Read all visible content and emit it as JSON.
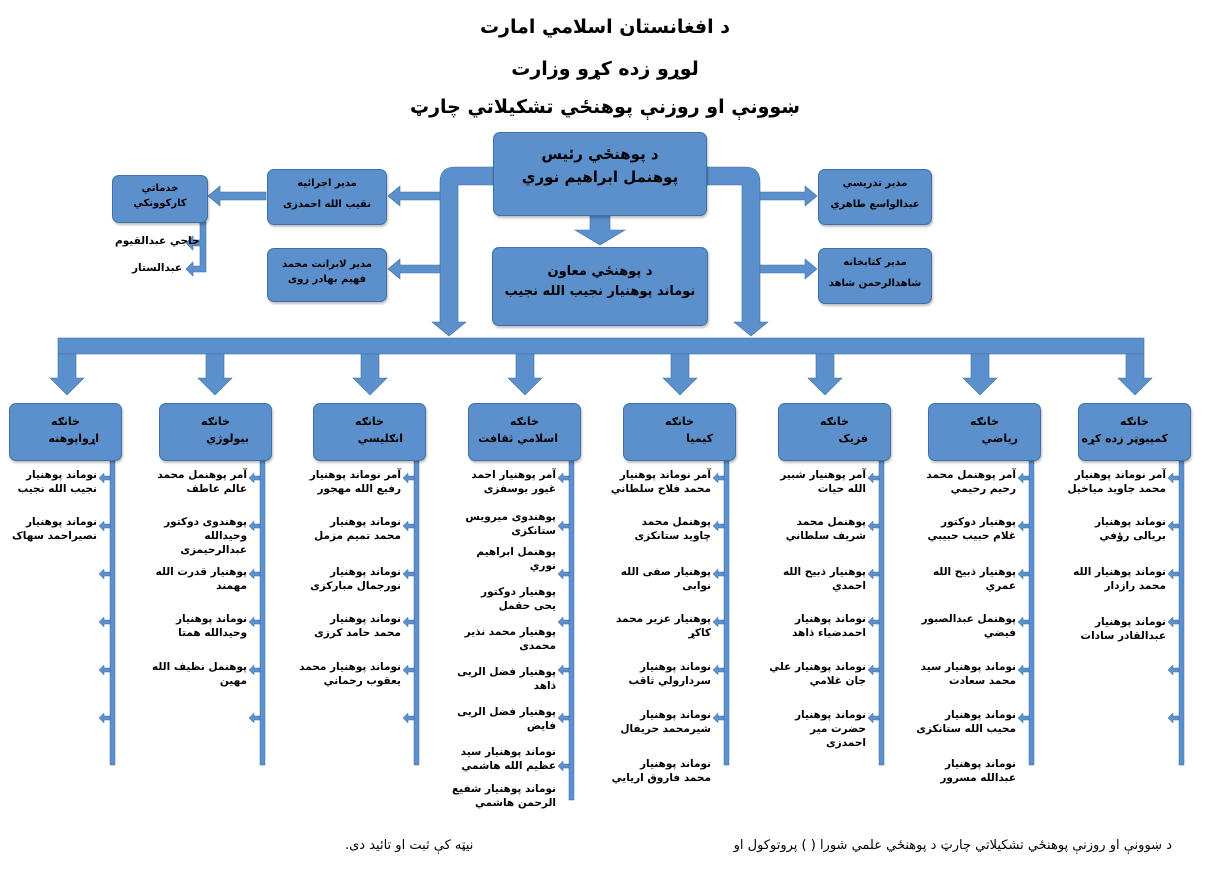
{
  "titles": [
    "د افغانستان اسلامي امارت",
    "لوړو زده کړو وزارت",
    "ښوونې او روزنې پوهنځي تشکیلاتي چارټ"
  ],
  "colors": {
    "box": "#5b90cc",
    "box_border": "#3e6fa6",
    "connector": "#5b90cc"
  },
  "dean": {
    "title": "د پوهنځي رئیس",
    "name": "پوهنمل ابراهیم نوري"
  },
  "deputy": {
    "title": "د پوهنځي معاون",
    "name": "نوماند پوهنیار نجیب الله نجیب"
  },
  "exec_manager": {
    "title": "مدیر اجرائیه",
    "name": "نقیب الله احمدزی"
  },
  "services": {
    "line1": "خدماتي",
    "line2": "کارکوونکي",
    "members": [
      "حاجي عبدالقیوم",
      "عبدالستار"
    ]
  },
  "lab_manager": {
    "line1": "مدیر لابرانت محمد",
    "line2": "فهیم بهادر زوی"
  },
  "teaching_manager": {
    "title": "مدیر تدریسي",
    "name": "عبدالواسع طاهري"
  },
  "library_manager": {
    "title": "مدیر کتابخانه",
    "name": "شاهدالرحمن شاهد"
  },
  "departments": [
    {
      "label": "خانګه",
      "name": "کمپیوټر زده کړه",
      "members": [
        "آمر نوماند پوهنیار\nمحمد جاوید میاخیل",
        "نوماند پوهنیار\nبریالی رؤفي",
        "نوماند پوهنیار الله\nمحمد رازدار",
        "نوماند پوهنیار\nعبدالقادر سادات"
      ]
    },
    {
      "label": "خانګه",
      "name": "ریاضي",
      "members": [
        "آمر پوهنمل محمد\nرحیم رحیمي",
        "پوهنیار دوکتور\nغلام حبیب حبیبي",
        "پوهنیار ذبیح الله\nعمري",
        "پوهنمل عبدالصبور\nفیضي",
        "نوماند پوهنیار سید\nمحمد سعادت",
        "نوماند پوهنیار\nمحیب الله ستانکزی",
        "نوماند پوهنیار\nعبدالله مسرور"
      ]
    },
    {
      "label": "خانګه",
      "name": "فزیک",
      "members": [
        "آمر پوهنیار شبیر\nالله حیات",
        "پوهنمل محمد\nشریف سلطاني",
        "پوهنیار ذبیح الله\nاحمدي",
        "نوماند پوهنیار\nاحمدضیاء ذاهد",
        "نوماند پوهنیار علي\nجان غلامي",
        "نوماند پوهنیار\nحضرت میر\nاحمدزی"
      ]
    },
    {
      "label": "خانګه",
      "name": "کیمیا",
      "members": [
        "آمر نوماند پوهنیار\nمحمد فلاح سلطاني",
        "پوهنمل محمد\nچاوید ستانکزی",
        "پوهنیار صفی الله\nنوابی",
        "پوهنیار عزیر محمد\nکاکړ",
        "نوماند پوهنیار\nسردارولي ثاقب",
        "نوماند پوهنیار\nشیرمحمد حریفال",
        "نوماند پوهنیار\nمحمد فاروق اریایي"
      ]
    },
    {
      "label": "خانګه",
      "name": "اسلامي ثقافت",
      "members": [
        "آمر پوهنیار احمد\nغیور یوسفزی",
        "پوهندوی میرویس\nستانکزی",
        "پوهنمل ابراهیم\nنوري",
        "پوهنیار دوکتور\nیحی حقمل",
        "پوهنیار محمد نذیر\nمحمدی",
        "پوهنیار فضل الربی\nذاهد",
        "پوهنیار فضل الربی\nفایض",
        "نوماند پوهنیار سید\nعظیم الله هاشمي",
        "نوماند پوهنیار شفیع\nالرحمن هاشمي"
      ]
    },
    {
      "label": "خانګه",
      "name": "انګلیسي",
      "members": [
        "آمر نوماند پوهنیار\nرفیع الله مهجور",
        "نوماند پوهنیار\nمحمد تمیم مزمل",
        "نوماند پوهنیار\nنورجمال مبارکزی",
        "نوماند پوهنیار\nمحمد حامد کرزی",
        "نوماند پوهنیار محمد\nیعقوب رحماني"
      ]
    },
    {
      "label": "خانګه",
      "name": "بیولوژي",
      "members": [
        "آمر پوهنمل محمد\nعالم عاطف",
        "پوهندوی دوکتور\nوحیدالله\nعبدالرحیمزی",
        "پوهنیار قدرت الله\nمهمند",
        "نوماند پوهنیار\nوحیدالله همتا",
        "پوهنمل نظیف الله\nمهین"
      ]
    },
    {
      "label": "خانګه",
      "name": "اړواپوهنه",
      "members": [
        "نوماند پوهنیار\nنجیب الله نجیب",
        "نوماند پوهنیار\nنصیراحمد سهاک"
      ]
    }
  ],
  "footer": {
    "right": "د ښوونې او روزنې پوهنځي تشکیلاتي چارټ د پوهنځي علمي شورا (     ) پروتوکول او",
    "left": "نیټه کې ثبت او تائید دی."
  }
}
